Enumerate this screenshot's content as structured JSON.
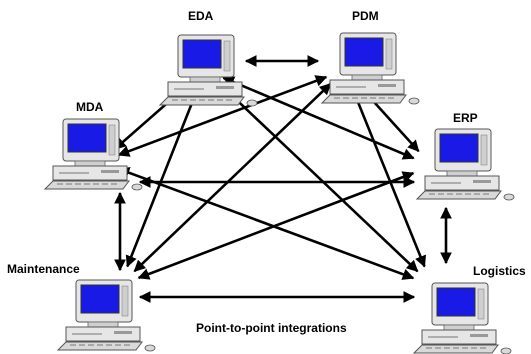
{
  "diagram": {
    "caption": "Point-to-point integrations",
    "screen_color": "#1a1ae6",
    "case_color": "#e6e6e6",
    "arrow_color": "#000000",
    "nodes": [
      {
        "id": "eda",
        "label": "EDA"
      },
      {
        "id": "pdm",
        "label": "PDM"
      },
      {
        "id": "mda",
        "label": "MDA"
      },
      {
        "id": "erp",
        "label": "ERP"
      },
      {
        "id": "maintenance",
        "label": "Maintenance"
      },
      {
        "id": "logistics",
        "label": "Logistics"
      }
    ],
    "links": [
      [
        "eda",
        "pdm"
      ],
      [
        "eda",
        "mda"
      ],
      [
        "eda",
        "erp"
      ],
      [
        "eda",
        "maintenance"
      ],
      [
        "eda",
        "logistics"
      ],
      [
        "pdm",
        "mda"
      ],
      [
        "pdm",
        "erp"
      ],
      [
        "pdm",
        "maintenance"
      ],
      [
        "pdm",
        "logistics"
      ],
      [
        "mda",
        "erp"
      ],
      [
        "mda",
        "maintenance"
      ],
      [
        "mda",
        "logistics"
      ],
      [
        "erp",
        "maintenance"
      ],
      [
        "erp",
        "logistics"
      ],
      [
        "maintenance",
        "logistics"
      ]
    ]
  }
}
